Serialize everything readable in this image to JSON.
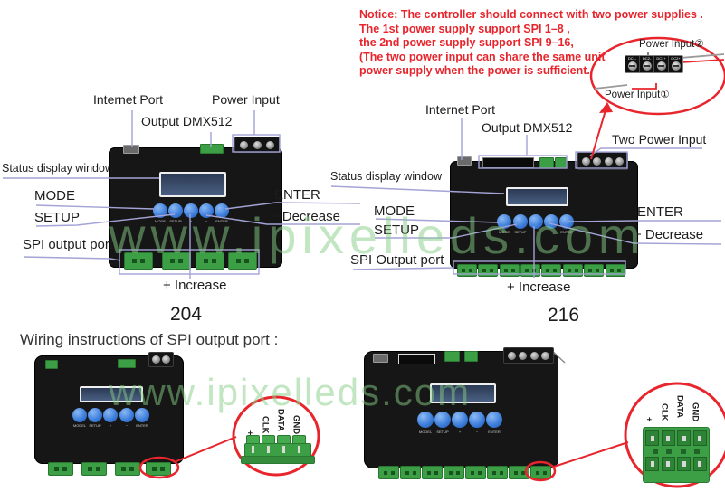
{
  "notice": {
    "line1": "Notice: The controller should connect with two power supplies .",
    "line2": "The 1st power supply support SPI 1–8 ,",
    "line3": "the 2nd power supply support SPI 9–16,",
    "line4": "(The two power input can share the same unit",
    "line5": "power supply when the power is sufficient."
  },
  "power_detail": {
    "label_top": "Power Input②",
    "label_bottom": "Power Input①",
    "terminals": [
      "DC1-",
      "DC2-",
      "DC1+",
      "DC2+"
    ]
  },
  "device204": {
    "model": "204",
    "internet_port": "Internet Port",
    "output_dmx": "Output DMX512",
    "power_input": "Power Input",
    "status_display": "Status display window",
    "mode": "MODE",
    "enter": "ENTER",
    "setup": "SETUP",
    "decrease": "−Decrease",
    "spi_port": "SPI output port",
    "increase": "+ Increase",
    "buttons": [
      "MODE",
      "SETUP",
      "+",
      "−",
      "ENTER"
    ]
  },
  "device216": {
    "model": "216",
    "internet_port": "Internet Port",
    "output_dmx": "Output DMX512",
    "two_power_input": "Two Power Input",
    "status_display": "Status display window",
    "mode": "MODE",
    "enter": "ENTER",
    "setup": "SETUP",
    "decrease": "− Decrease",
    "spi_port": "SPI Output port",
    "increase": "+ Increase",
    "buttons": [
      "MODE",
      "SETUP",
      "+",
      "−",
      "ENTER"
    ]
  },
  "wiring": {
    "heading": "Wiring instructions of SPI output port :",
    "pins": [
      "+",
      "CLK",
      "DATA",
      "GND"
    ],
    "buttons": [
      "MODEL",
      "SETUP",
      "+",
      "−",
      "ENTER"
    ]
  },
  "watermark": "www.ipixelleds.com",
  "colors": {
    "notice_red": "#e8252c",
    "callout_purple": "#a3a3d6",
    "watermark_green": "#86cc86",
    "connector_green": "#3c9e45",
    "button_blue": "#3a7bd9"
  }
}
